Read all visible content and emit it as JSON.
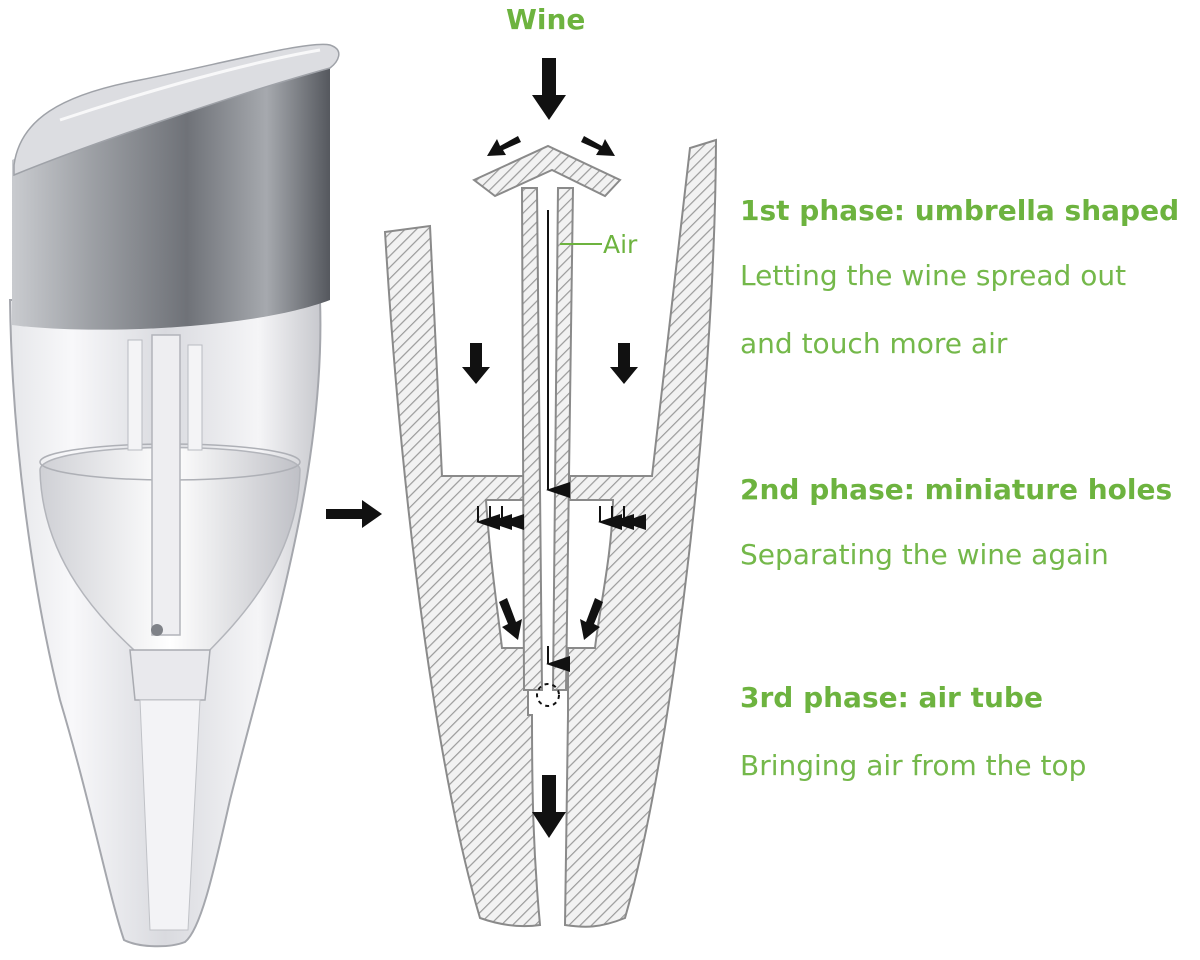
{
  "labels": {
    "wine": "Wine",
    "air": "Air"
  },
  "phases": [
    {
      "heading": "1st phase: umbrella shaped",
      "lines": [
        "Letting the wine spread out",
        "and touch more air"
      ]
    },
    {
      "heading": "2nd phase: miniature holes",
      "lines": [
        "Separating the wine again"
      ]
    },
    {
      "heading": "3rd phase: air tube",
      "lines": [
        "Bringing air from the top"
      ]
    }
  ],
  "colors": {
    "accent_green": "#6db33f",
    "hatch_gray": "#9a9a9a",
    "arrow_black": "#111111",
    "metal": "#8e9196"
  }
}
